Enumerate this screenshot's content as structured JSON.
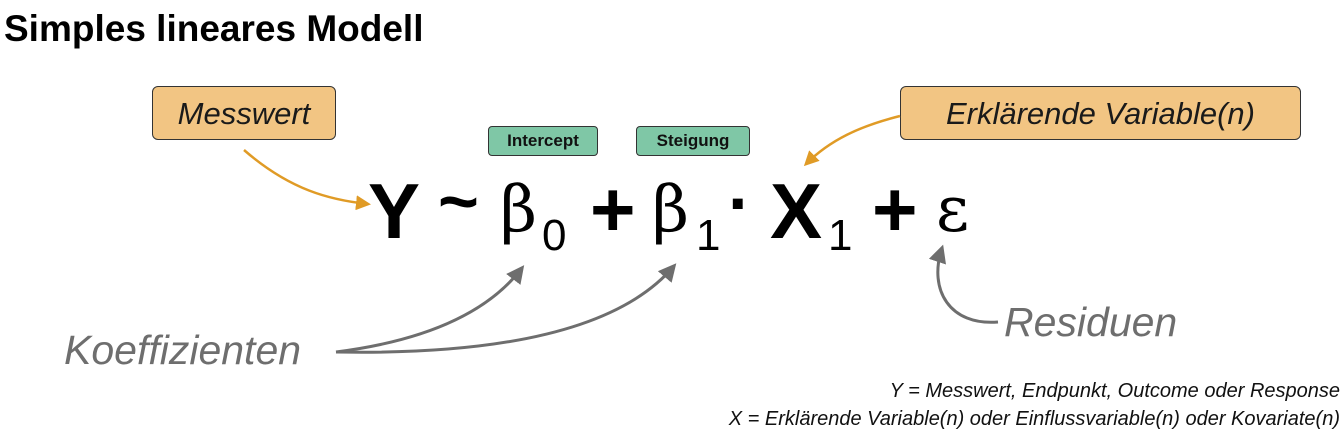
{
  "title": "Simples lineares Modell",
  "labels": {
    "messwert": "Messwert",
    "erklaerende": "Erklärende Variable(n)",
    "intercept": "Intercept",
    "steigung": "Steigung",
    "koeffizienten": "Koeffizienten",
    "residuen": "Residuen"
  },
  "equation": {
    "y": "Y",
    "tilde": "~",
    "beta0": "β",
    "sub0": "0",
    "plus1": "+",
    "beta1": "β",
    "sub1": "1",
    "dot": "·",
    "x": "X",
    "sub1x": "1",
    "plus2": "+",
    "epsilon": "ε"
  },
  "notes": {
    "y_def": "Y = Messwert, Endpunkt, Outcome oder Response",
    "x_def": "X = Erklärende Variable(n) oder Einflussvariable(n) oder Kovariate(n)"
  },
  "colors": {
    "orange_fill": "#f2c583",
    "orange_arrow": "#e09b26",
    "green_fill": "#7fc7a6",
    "grey_text": "#6e6e6e",
    "grey_arrow": "#6e6e6e"
  }
}
